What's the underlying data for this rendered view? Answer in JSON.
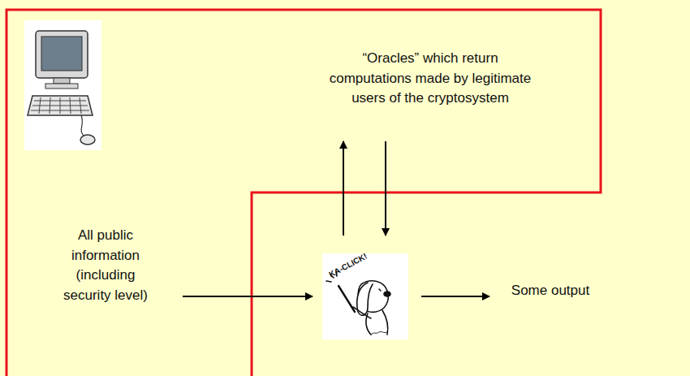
{
  "diagram": {
    "nodes": [
      {
        "text": [
          "“Oracles” which return computations made by legitimate users of the cryptosystem"
        ]
      },
      {
        "text": [
          "All public information (including security level)"
        ]
      },
      {
        "text": [
          "KA-CLICK!"
        ]
      },
      {
        "text": [
          "Some output"
        ]
      }
    ],
    "edges": [
      {
        "from": 2,
        "to": 0,
        "arrow": "to"
      },
      {
        "from": 0,
        "to": 2,
        "arrow": "to"
      },
      {
        "from": 1,
        "to": 2,
        "arrow": "to"
      },
      {
        "from": 2,
        "to": 3,
        "arrow": "to"
      }
    ]
  }
}
